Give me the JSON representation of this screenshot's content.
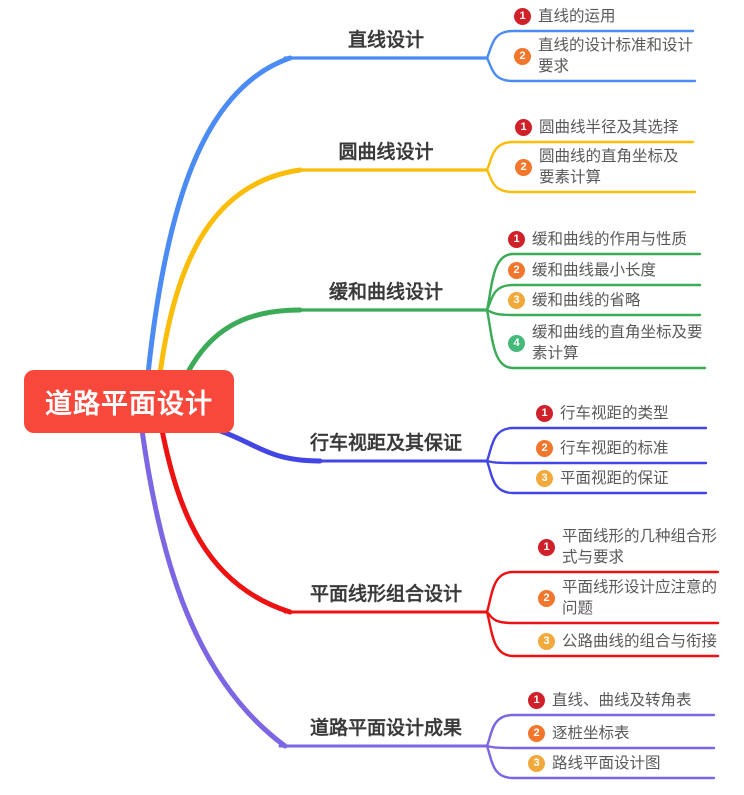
{
  "root": {
    "label": "道路平面设计"
  },
  "palette": {
    "root_bg": "#F8483B",
    "root_text": "#FFFFFF",
    "branch_label_text": "#3A3A3A",
    "child_text": "#595959",
    "branch_colors": [
      "#4A8CF4",
      "#FBBD08",
      "#3BAB58",
      "#4445E5",
      "#EE1111",
      "#7D66E3"
    ],
    "badge_colors": {
      "1": "#D0212A",
      "2": "#F2762B",
      "3": "#F2A93B",
      "4": "#45B87A"
    }
  },
  "branches": [
    {
      "label": "直线设计",
      "color": "#4A8CF4",
      "children": [
        {
          "num": "1",
          "text": "直线的运用"
        },
        {
          "num": "2",
          "text": "直线的设计标准和设计\n要求"
        }
      ]
    },
    {
      "label": "圆曲线设计",
      "color": "#FBBD08",
      "children": [
        {
          "num": "1",
          "text": "圆曲线半径及其选择"
        },
        {
          "num": "2",
          "text": "圆曲线的直角坐标及\n要素计算"
        }
      ]
    },
    {
      "label": "缓和曲线设计",
      "color": "#3BAB58",
      "children": [
        {
          "num": "1",
          "text": "缓和曲线的作用与性质"
        },
        {
          "num": "2",
          "text": "缓和曲线最小长度"
        },
        {
          "num": "3",
          "text": "缓和曲线的省略"
        },
        {
          "num": "4",
          "text": "缓和曲线的直角坐标及要\n素计算"
        }
      ]
    },
    {
      "label": "行车视距及其保证",
      "color": "#4445E5",
      "children": [
        {
          "num": "1",
          "text": "行车视距的类型"
        },
        {
          "num": "2",
          "text": "行车视距的标准"
        },
        {
          "num": "3",
          "text": "平面视距的保证"
        }
      ]
    },
    {
      "label": "平面线形组合设计",
      "color": "#EE1111",
      "children": [
        {
          "num": "1",
          "text": "平面线形的几种组合形\n式与要求"
        },
        {
          "num": "2",
          "text": "平面线形设计应注意的\n问题"
        },
        {
          "num": "3",
          "text": "公路曲线的组合与衔接"
        }
      ]
    },
    {
      "label": "道路平面设计成果",
      "color": "#7D66E3",
      "children": [
        {
          "num": "1",
          "text": "直线、曲线及转角表"
        },
        {
          "num": "2",
          "text": "逐桩坐标表"
        },
        {
          "num": "3",
          "text": "路线平面设计图"
        }
      ]
    }
  ]
}
